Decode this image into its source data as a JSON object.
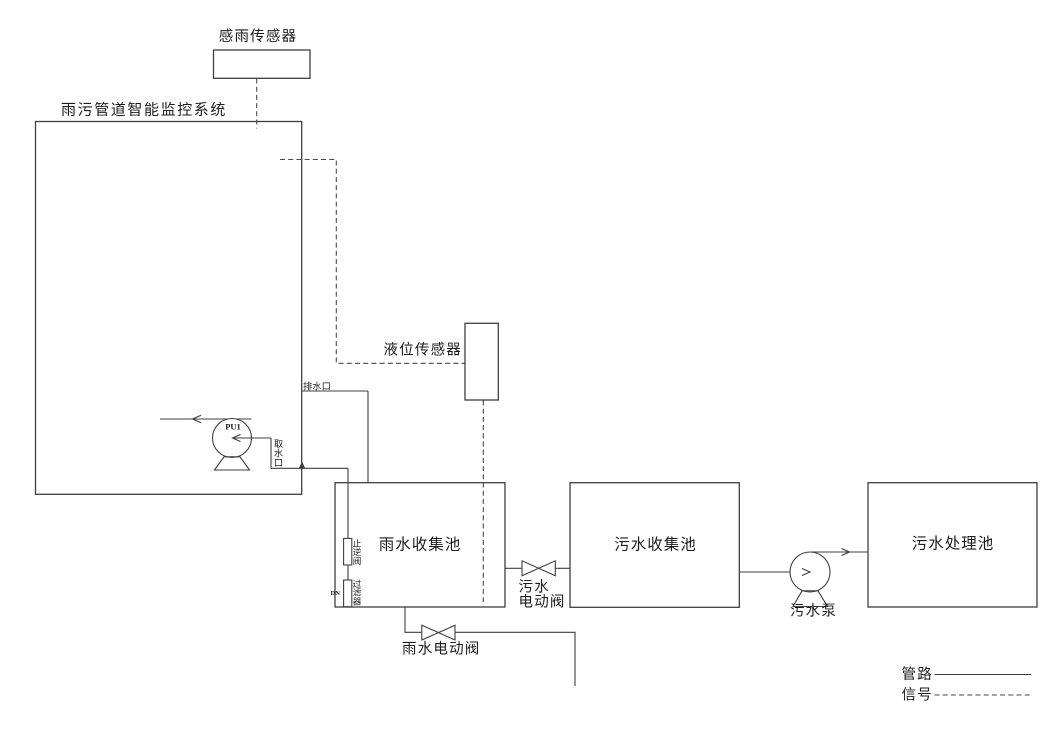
{
  "system": {
    "title": "雨污管道智能监控系统"
  },
  "rain_sensor": {
    "label": "感雨传感器"
  },
  "level_sensor": {
    "label": "液位传感器"
  },
  "pools": {
    "rainwater": "雨水收集池",
    "sewage": "污水收集池",
    "treatment": "污水处理池"
  },
  "pump_pu1": {
    "tag": "PU1",
    "drain_port": "排水口",
    "intake_port": "取水口"
  },
  "inline_devices": {
    "check_valve": "止逆阀",
    "filter": "过滤器",
    "filter_note": "DN"
  },
  "valves": {
    "sewage_line1": "污水",
    "sewage_line2": "电动阀",
    "rainwater": "雨水电动阀"
  },
  "sewage_pump": {
    "label": "污水泵"
  },
  "legend": {
    "pipeline": "管路",
    "signal": "信号"
  },
  "colors": {
    "line": "#3f3f3f",
    "text": "#1c1c1c",
    "background": "#ffffff"
  }
}
